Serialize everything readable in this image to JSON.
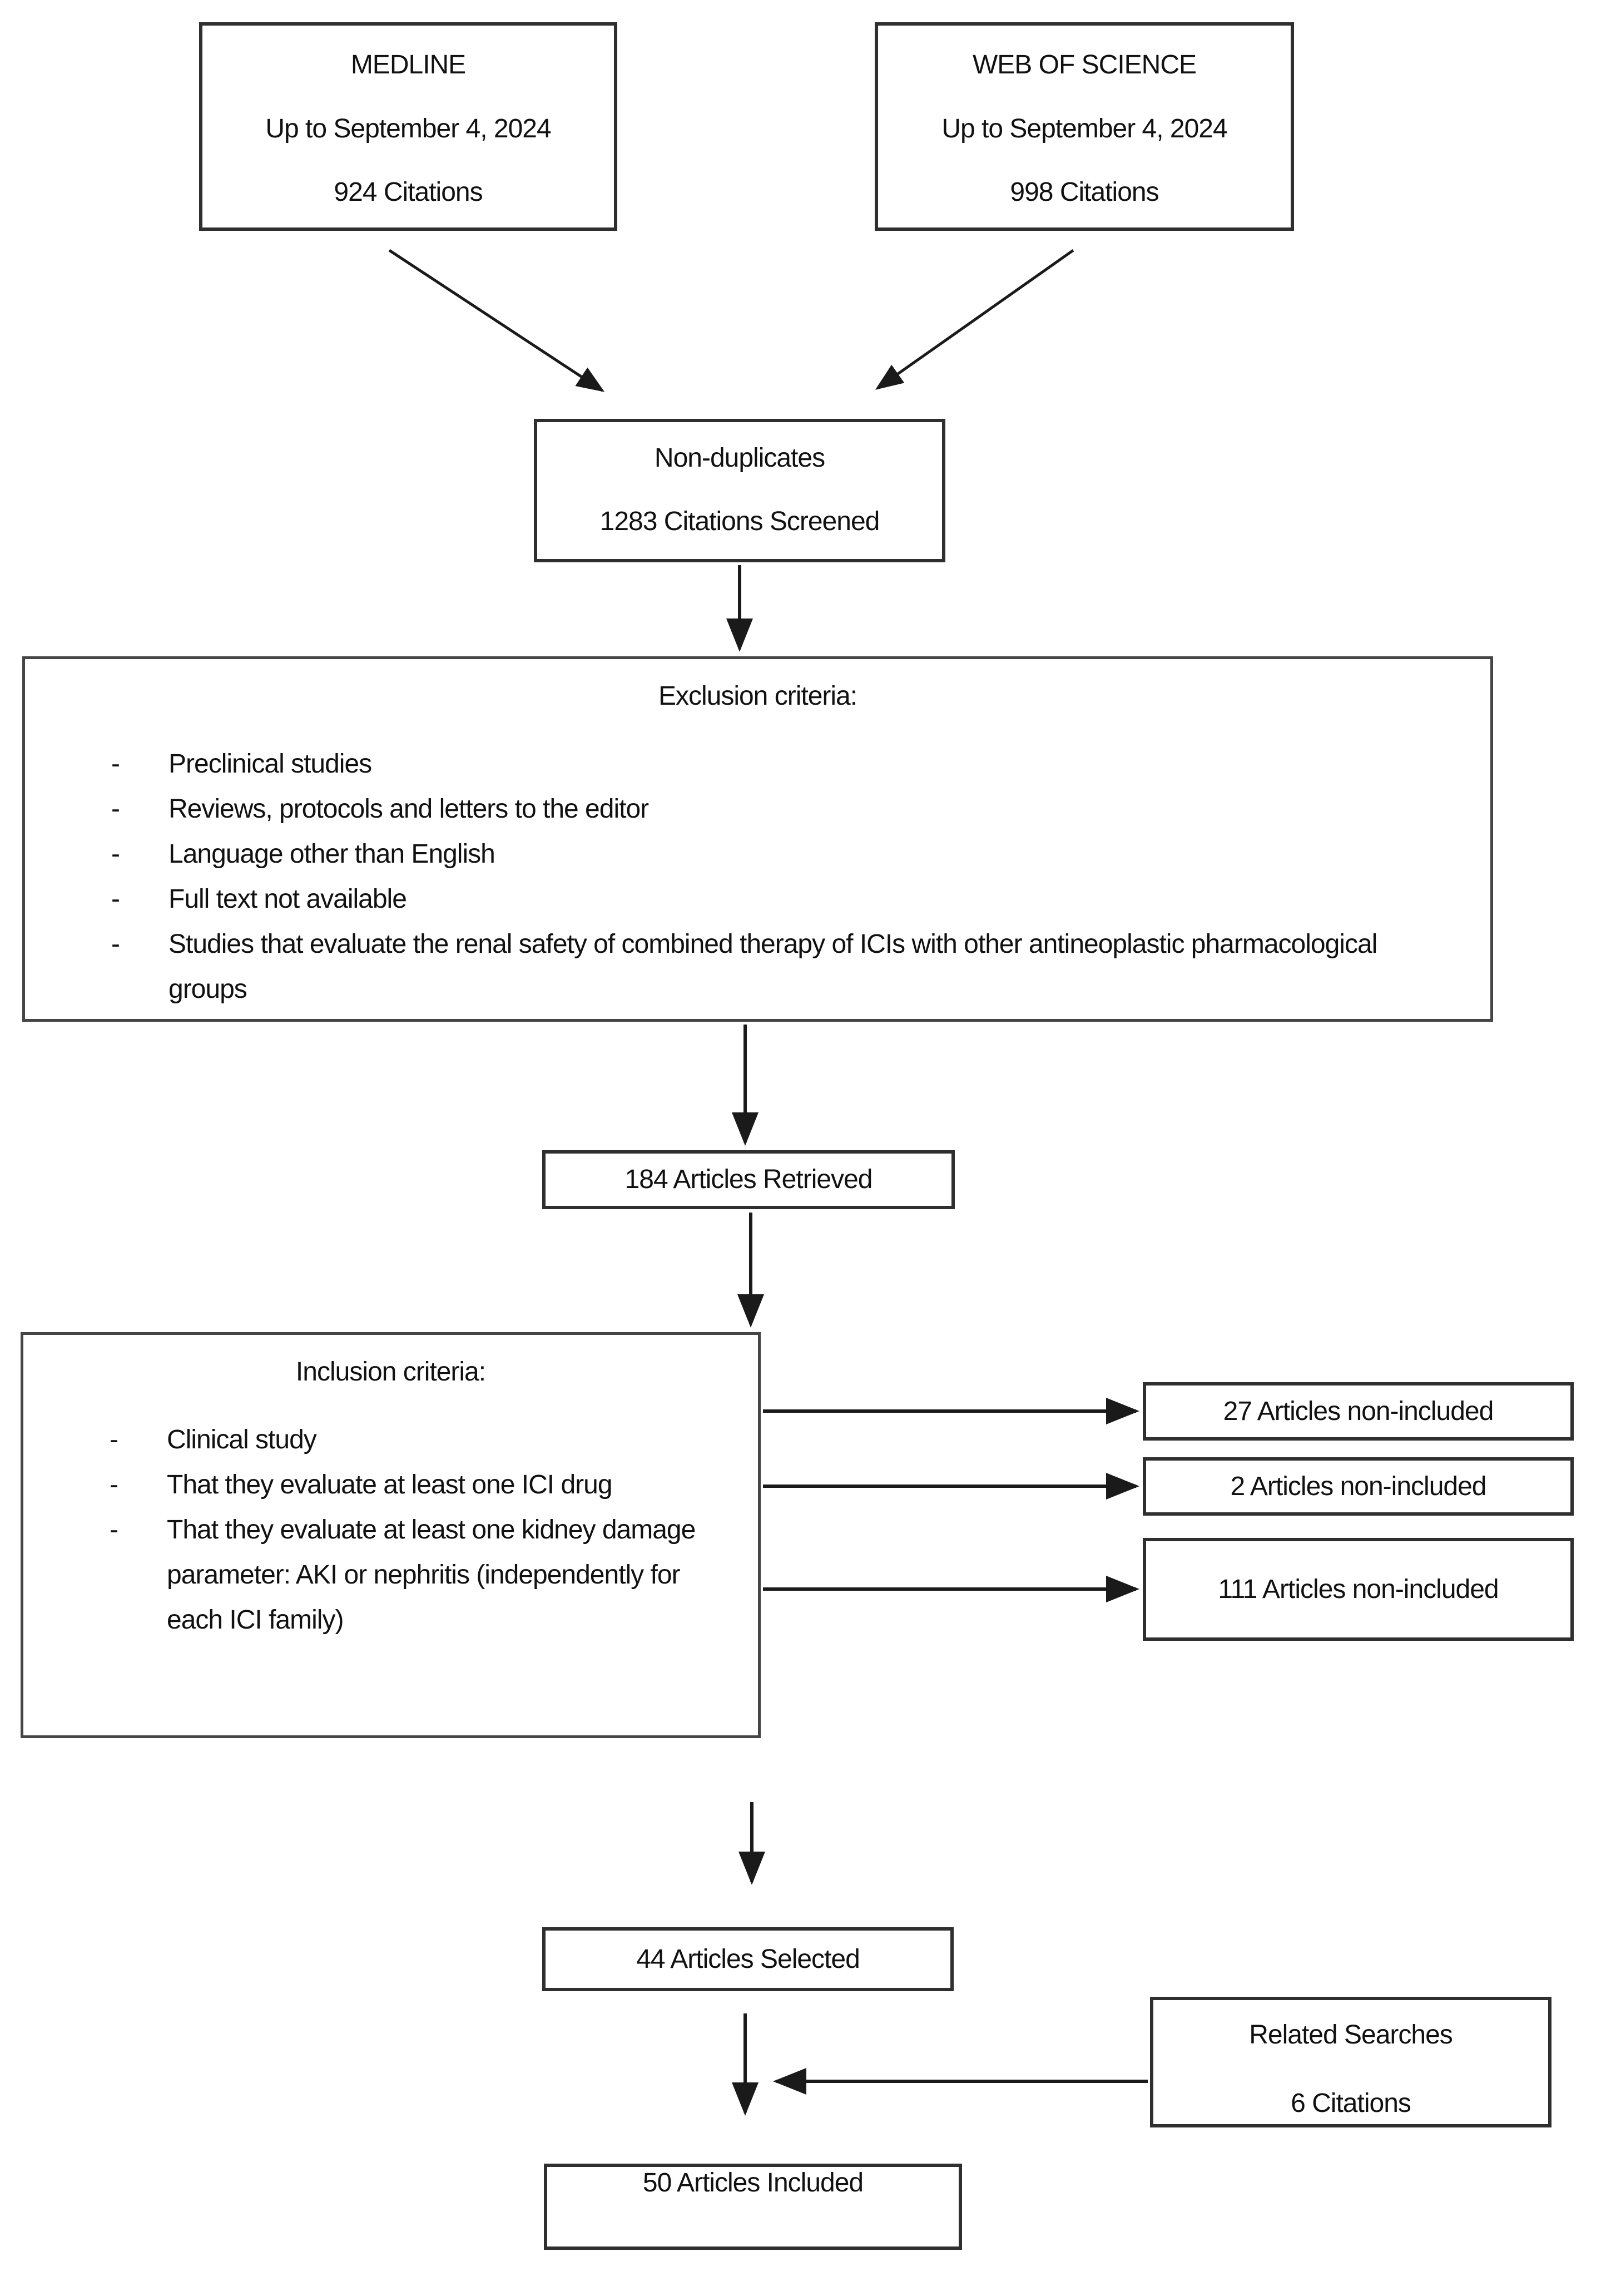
{
  "diagram": {
    "sources": {
      "medline": {
        "title": "MEDLINE",
        "period": "Up to September 4, 2024",
        "count": "924 Citations"
      },
      "web_of_science": {
        "title": "WEB OF SCIENCE",
        "period": "Up to September 4, 2024",
        "count": "998 Citations"
      }
    },
    "non_duplicates": {
      "title": "Non-duplicates",
      "count": "1283 Citations Screened"
    },
    "exclusion": {
      "heading": "Exclusion criteria:",
      "items": [
        "Preclinical studies",
        "Reviews, protocols and letters to the editor",
        "Language other than English",
        "Full text not available",
        "Studies that evaluate the renal safety of combined therapy of ICIs with other antineoplastic pharmacological groups"
      ]
    },
    "retrieved": {
      "label": "184 Articles Retrieved"
    },
    "inclusion": {
      "heading": "Inclusion criteria:",
      "items": [
        "Clinical study",
        "That they evaluate at least one ICI drug",
        "That they evaluate at least one kidney damage parameter: AKI or nephritis (independently for each ICI family)"
      ]
    },
    "non_included": [
      {
        "label": "27 Articles non-included"
      },
      {
        "label": "2 Articles non-included"
      },
      {
        "label": "111 Articles non-included"
      }
    ],
    "selected": {
      "label": "44 Articles Selected"
    },
    "related": {
      "title": "Related Searches",
      "count": "6 Citations"
    },
    "included": {
      "label": "50 Articles Included"
    }
  }
}
